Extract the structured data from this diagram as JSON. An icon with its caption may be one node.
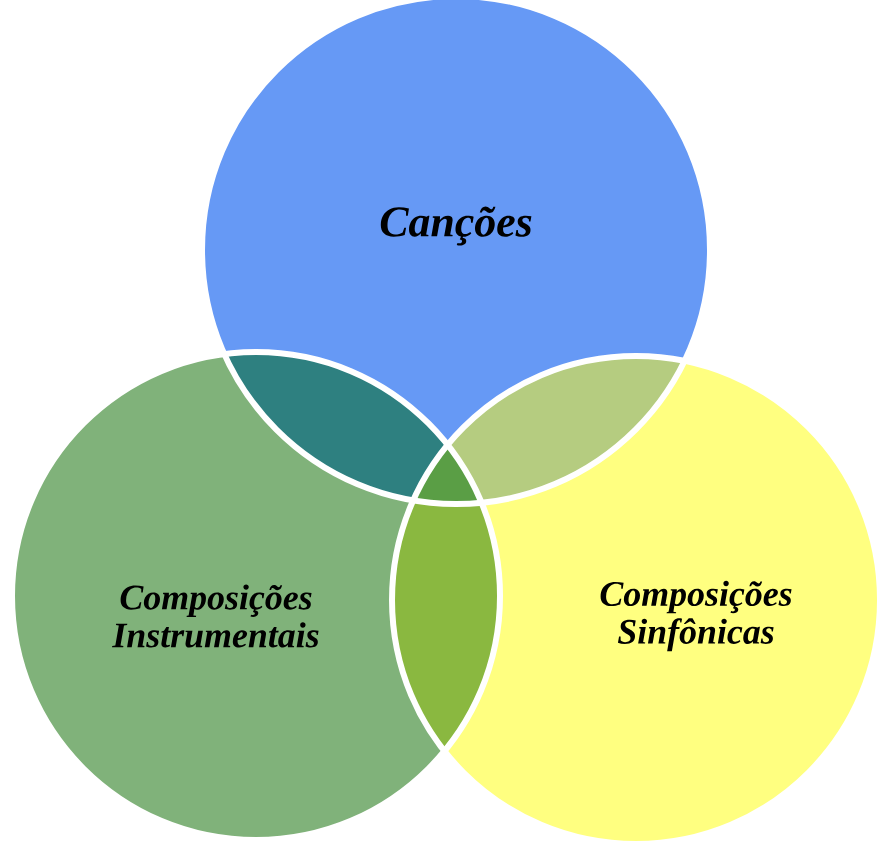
{
  "diagram": {
    "nodes": [
      {
        "text": [
          "Canções"
        ]
      },
      {
        "text": [
          "Composições Instrumentais"
        ]
      },
      {
        "text": [
          "Composições Sinfônicas"
        ]
      }
    ]
  }
}
